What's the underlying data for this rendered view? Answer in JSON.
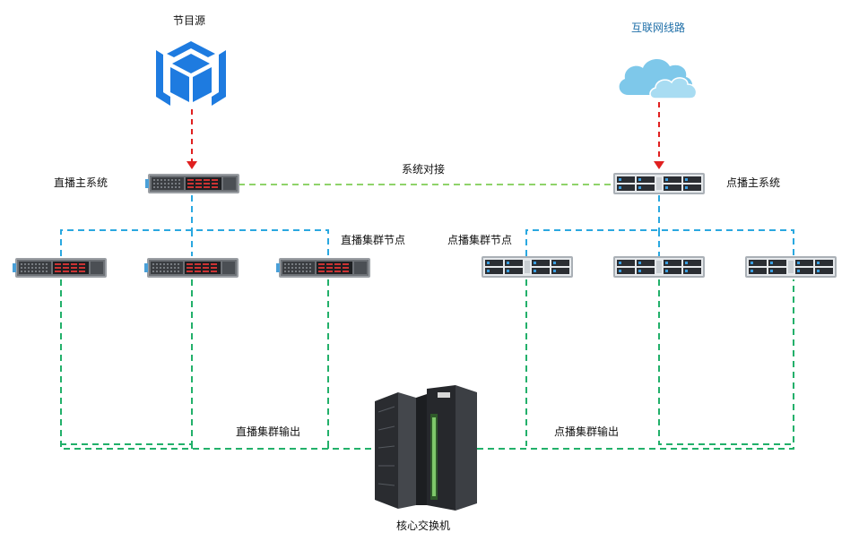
{
  "labels": {
    "program_source": "节目源",
    "internet_line": "互联网线路",
    "system_link": "系统对接",
    "live_main": "直播主系统",
    "vod_main": "点播主系统",
    "live_cluster": "直播集群节点",
    "vod_cluster": "点播集群节点",
    "live_output": "直播集群输出",
    "vod_output": "点播集群输出",
    "core_switch": "核心交换机"
  },
  "colors": {
    "red_link": "#e02020",
    "blue_link": "#2aa8e0",
    "green_link": "#22b06a",
    "lightgreen_link": "#8fd36a",
    "cube_blue": "#1e7be0",
    "cloud_blue": "#7ec8ea",
    "label_blue": "#1f6fa8"
  },
  "icons": {
    "source": "cube-icon",
    "internet": "cloud-icon",
    "live_server": "rack-server-icon",
    "vod_server": "storage-server-icon",
    "core": "mainframe-switch-icon"
  }
}
